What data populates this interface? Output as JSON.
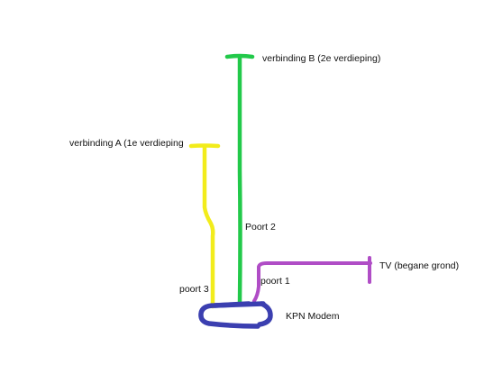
{
  "colors": {
    "background": "#ffffff",
    "text": "#111111",
    "connection_a": "#f2ec1b",
    "connection_b": "#22c94a",
    "tv_line": "#b04dc6",
    "modem": "#3b3fb0"
  },
  "labels": {
    "connection_b": "verbinding B (2e verdieping)",
    "connection_a": "verbinding A (1e verdieping",
    "port_2": "Poort 2",
    "tv": "TV (begane grond)",
    "port_1": "poort 1",
    "port_3": "poort 3",
    "modem": "KPN Modem"
  }
}
